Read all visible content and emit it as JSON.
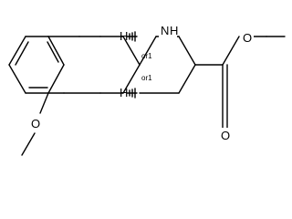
{
  "molecule": {
    "atom_labels": {
      "nitrogen": "N",
      "nitrogen_hydrogen": "H",
      "stereo_h_top": "H",
      "stereo_h_bottom": "H",
      "ether_oxygen_left": "O",
      "ester_oxygen_single": "O",
      "ester_oxygen_double": "O"
    },
    "stereo_descriptors": {
      "top": "or1",
      "bottom": "or1"
    }
  }
}
